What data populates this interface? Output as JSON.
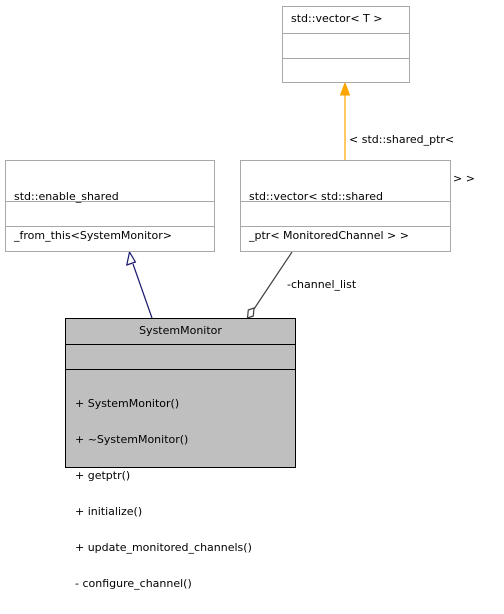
{
  "classes": {
    "vector_t": {
      "name": "std::vector< T >"
    },
    "enable_shared": {
      "name_lines": [
        "std::enable_shared",
        "_from_this<SystemMonitor>"
      ]
    },
    "vector_channels": {
      "name_lines": [
        "std::vector< std::shared",
        "_ptr< MonitoredChannel > >"
      ]
    },
    "system_monitor": {
      "name": "SystemMonitor",
      "methods": [
        "+ SystemMonitor()",
        "+ ~SystemMonitor()",
        "+ getptr()",
        "+ initialize()",
        "+ update_monitored_channels()",
        "- configure_channel()"
      ]
    }
  },
  "edges": {
    "template_binding": {
      "label_lines": [
        "< std::shared_ptr<",
        "MonitoredChannel > >"
      ],
      "color": "#ffa500"
    },
    "inheritance": {
      "color": "#191970"
    },
    "aggregation": {
      "label": "-channel_list",
      "color": "#404040"
    }
  }
}
